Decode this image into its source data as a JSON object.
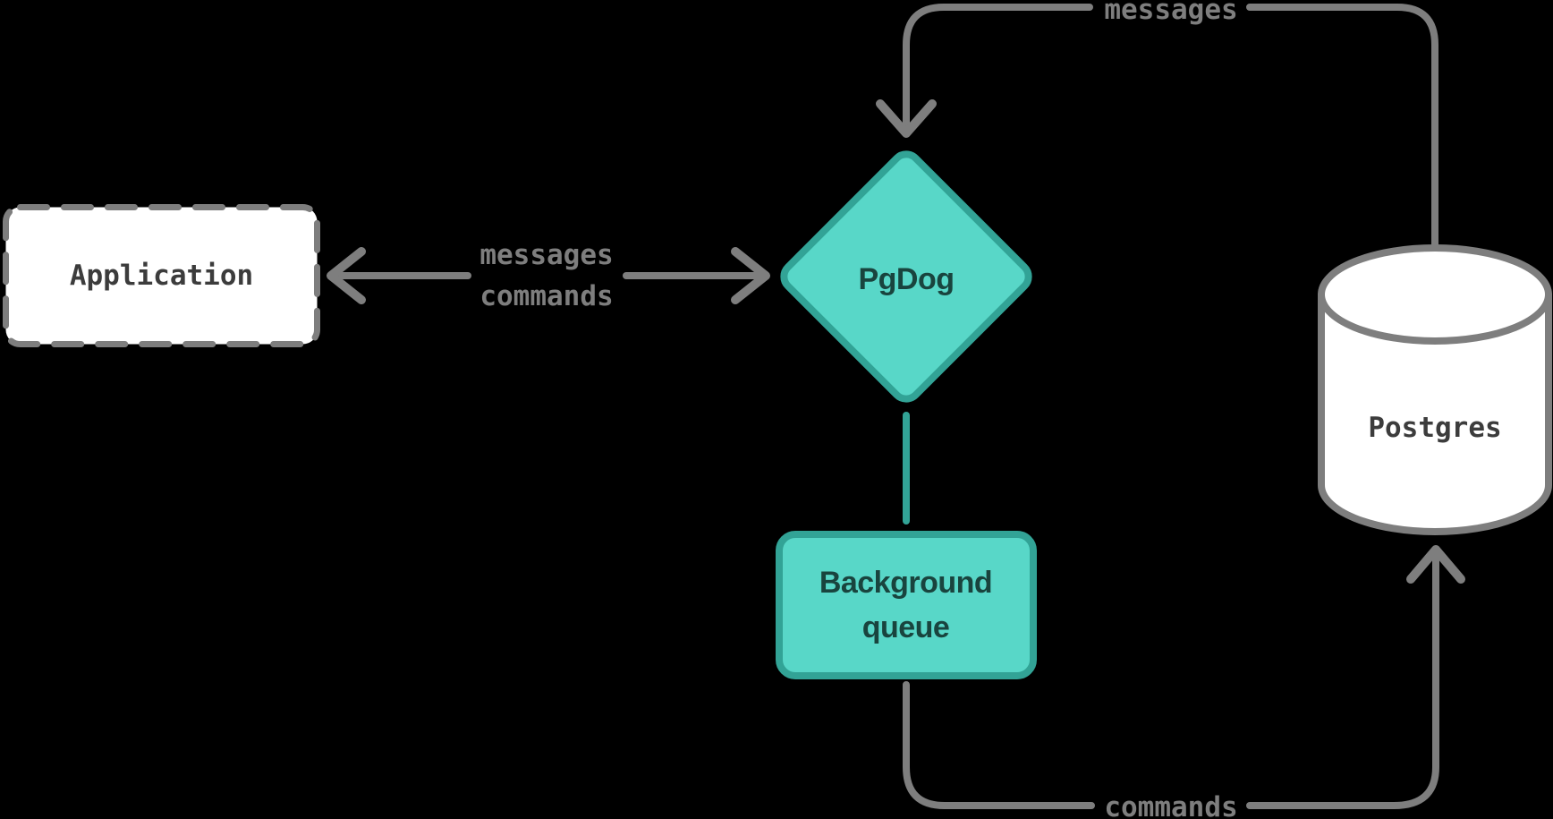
{
  "diagram_type": "architecture-flow",
  "colors": {
    "background": "#000000",
    "edge_gray": "#7e7e7e",
    "node_fill_white": "#ffffff",
    "node_fill_teal": "#58d7c8",
    "node_stroke_teal": "#32a396",
    "node_text_dark": "#3c3c3c",
    "teal_text_dark": "#19443e"
  },
  "nodes": {
    "application": {
      "label": "Application",
      "shape": "dashed-rectangle"
    },
    "pgdog": {
      "label": "PgDog",
      "shape": "diamond"
    },
    "background_queue": {
      "label": [
        "Background",
        "queue"
      ],
      "shape": "rectangle"
    },
    "postgres": {
      "label": "Postgres",
      "shape": "database-cylinder"
    }
  },
  "edges": {
    "app_pgdog": {
      "from": "pgdog",
      "to": "application",
      "bidirectional": true,
      "labels": [
        "messages",
        "commands"
      ]
    },
    "postgres_pgdog": {
      "from": "postgres",
      "to": "pgdog",
      "label": "messages"
    },
    "pgdog_queue": {
      "from": "pgdog",
      "to": "background_queue",
      "label": ""
    },
    "queue_postgres": {
      "from": "background_queue",
      "to": "postgres",
      "label": "commands"
    }
  }
}
